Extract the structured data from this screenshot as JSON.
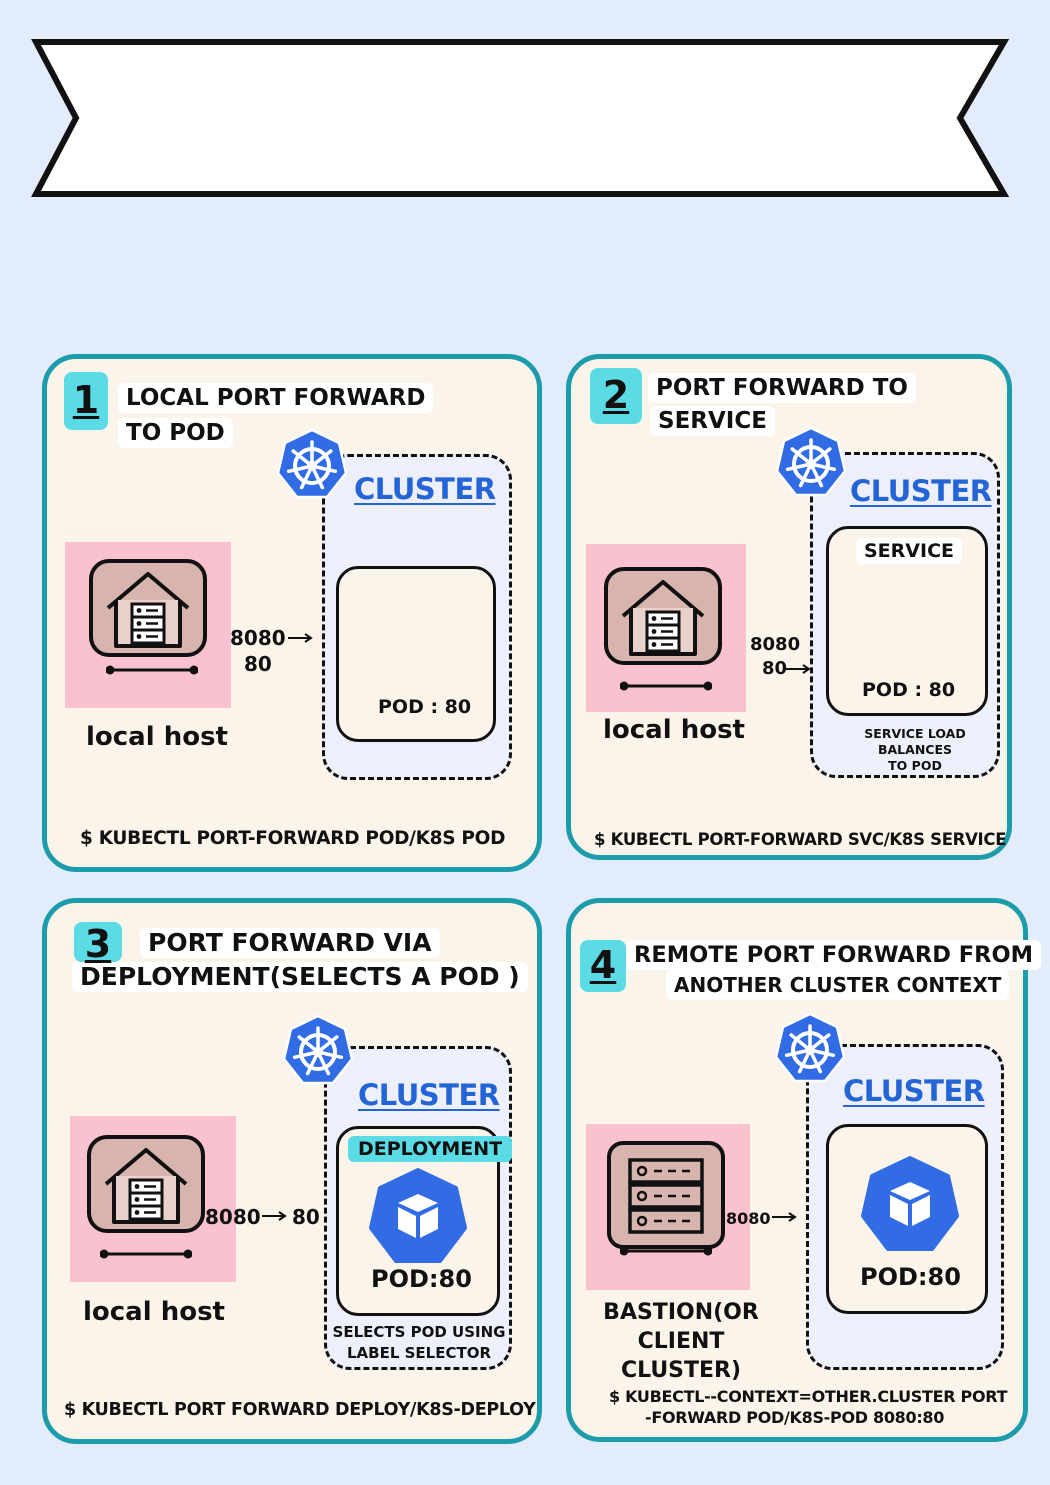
{
  "colors": {
    "page_bg": "#e3ecfb",
    "panel_border": "#1c9cab",
    "panel_bg": "#fbf4ea",
    "number_badge": "#5adbe6",
    "kubernetes_blue": "#326ce5",
    "cluster_label": "#2364d6",
    "host_bg": "#fac2cf"
  },
  "panels": [
    {
      "number": "1",
      "title_line1": "LOCAL PORT FORWARD",
      "title_line2": "TO POD",
      "cluster_label": "CLUSTER",
      "pod_label": "POD : 80",
      "host_label": "local host",
      "port_top": "8080",
      "port_bottom": "80",
      "command": "$ KUBECTL PORT-FORWARD POD/K8S POD"
    },
    {
      "number": "2",
      "title_line1": "PORT FORWARD TO",
      "title_line2": "SERVICE",
      "cluster_label": "CLUSTER",
      "service_label": "SERVICE",
      "pod_label": "POD : 80",
      "note": "SERVICE LOAD\nBALANCES\nTO POD",
      "host_label": "local host",
      "port_top": "8080",
      "port_bottom": "80",
      "command": "$ KUBECTL PORT-FORWARD SVC/K8S SERVICE"
    },
    {
      "number": "3",
      "title_line1": "PORT FORWARD VIA",
      "title_line2": "DEPLOYMENT(SELECTS A POD )",
      "cluster_label": "CLUSTER",
      "deployment_label": "DEPLOYMENT",
      "pod_label": "POD:80",
      "note": "SELECTS POD USING\nLABEL SELECTOR",
      "host_label": "local host",
      "port_left": "8080",
      "port_right": "80",
      "command": "$ KUBECTL  PORT FORWARD DEPLOY/K8S-DEPLOY"
    },
    {
      "number": "4",
      "title_line1": "REMOTE PORT FORWARD FROM",
      "title_line2": "ANOTHER CLUSTER CONTEXT",
      "cluster_label": "CLUSTER",
      "pod_label": "POD:80",
      "host_label": "BASTION(OR CLIENT\nCLUSTER)",
      "port_left": "8080",
      "command_line1": "$ KUBECTL--CONTEXT=OTHER.CLUSTER PORT",
      "command_line2": "-FORWARD POD/K8S-POD 8080:80"
    }
  ],
  "icons": {
    "kubernetes": "kubernetes-helm-wheel-icon",
    "host": "house-server-icon",
    "pod": "pod-cube-icon",
    "server": "server-rack-icon",
    "arrow": "arrow-right-icon"
  }
}
